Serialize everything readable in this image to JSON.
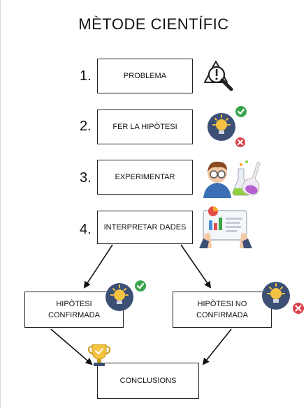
{
  "title": "MÈTODE CIENTÍFIC",
  "steps": [
    {
      "number": "1.",
      "label": "PROBLEMA",
      "icon": "magnifier-warning-icon"
    },
    {
      "number": "2.",
      "label": "FER LA HIPÒTESI",
      "icon": "lightbulb-check-cross-icon"
    },
    {
      "number": "3.",
      "label": "EXPERIMENTAR",
      "icon": "scientist-flasks-icon"
    },
    {
      "number": "4.",
      "label": "INTERPRETAR DADES",
      "icon": "data-report-icon"
    }
  ],
  "outcomes": {
    "confirmed": {
      "line1": "HIPÒTESI",
      "line2": "CONFIRMADA",
      "icon": "lightbulb-check-icon"
    },
    "not_confirmed": {
      "line1": "HIPÒTESI  NO",
      "line2": "CONFIRMADA",
      "icon": "lightbulb-cross-icon"
    }
  },
  "conclusions": {
    "label": "CONCLUSIONS",
    "icon": "trophy-bulb-icon"
  },
  "colors": {
    "bulb_bg": "#3c4f74",
    "bulb": "#f5c242",
    "check": "#3aa64b",
    "cross": "#d9434b"
  }
}
